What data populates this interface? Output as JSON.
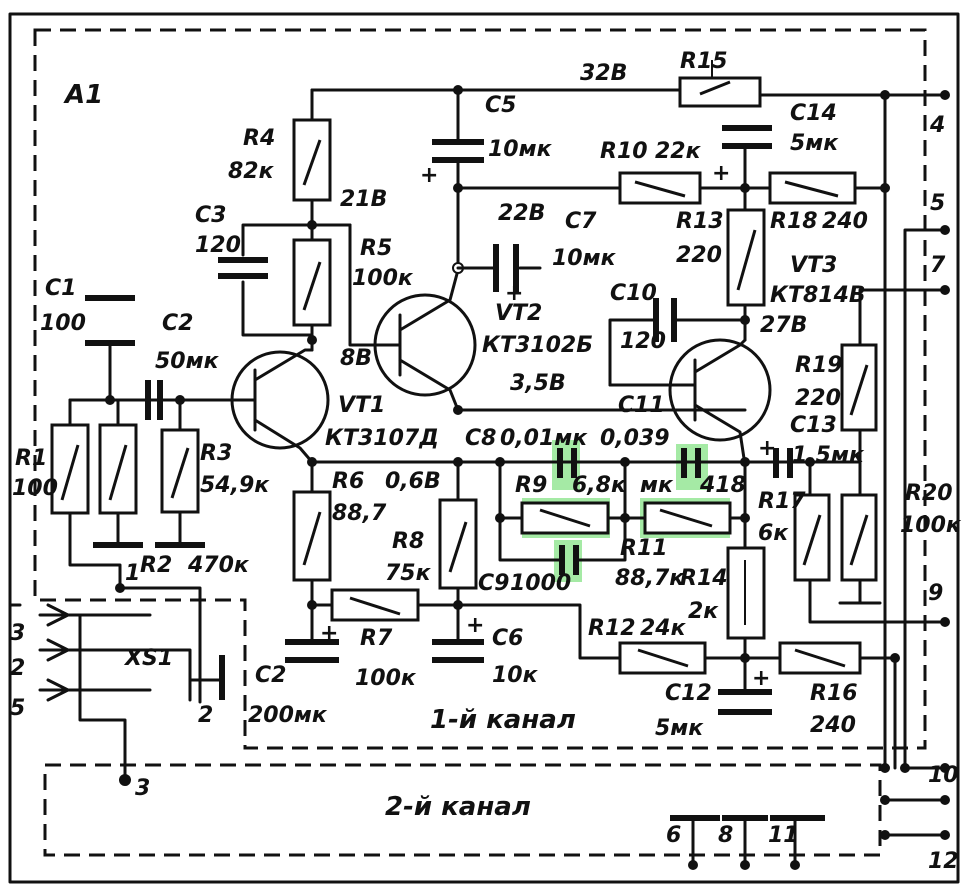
{
  "block": "A1",
  "channel1": "1-й канал",
  "channel2": "2-й канал",
  "connector": "XS1",
  "voltages": {
    "v32": "32В",
    "v21": "21В",
    "v22": "22В",
    "v8": "8В",
    "v35": "3,5В",
    "v06": "0,6В",
    "v27": "27В"
  },
  "components": {
    "C1": {
      "name": "C1",
      "value": "100"
    },
    "C2a": {
      "name": "C2",
      "value": "50мк"
    },
    "C2b": {
      "name": "C2",
      "value": "200мк"
    },
    "C3": {
      "name": "C3",
      "value": "120"
    },
    "C5": {
      "name": "C5",
      "value": "10мк"
    },
    "C6": {
      "name": "C6",
      "value": "10к"
    },
    "C7": {
      "name": "C7",
      "value": "10мк"
    },
    "C8": {
      "name": "C8",
      "value": "0,01мк"
    },
    "C9": {
      "name": "C9",
      "value": "1000"
    },
    "C10": {
      "name": "C10",
      "value": "120"
    },
    "C11": {
      "name": "C11",
      "value": "0,039"
    },
    "C11u": {
      "value": "мк"
    },
    "C12": {
      "name": "C12",
      "value": "5мк"
    },
    "C13": {
      "name": "C13",
      "value": "1,5мк"
    },
    "C14": {
      "name": "C14",
      "value": "5мк"
    },
    "R1": {
      "name": "R1",
      "value": "100"
    },
    "R2": {
      "name": "R2",
      "value": "470к"
    },
    "R3": {
      "name": "R3",
      "value": "54,9к"
    },
    "R4": {
      "name": "R4",
      "value": "82к"
    },
    "R5": {
      "name": "R5",
      "value": "100к"
    },
    "R6": {
      "name": "R6",
      "value": "88,7"
    },
    "R7": {
      "name": "R7",
      "value": "100к"
    },
    "R8": {
      "name": "R8",
      "value": "75к"
    },
    "R9": {
      "name": "R9",
      "value": "6,8к"
    },
    "R10": {
      "name": "R10",
      "value": "22к"
    },
    "R11": {
      "name": "R11",
      "value": "88,7к"
    },
    "R12": {
      "name": "R12",
      "value": "24к"
    },
    "R13": {
      "name": "R13",
      "value": "220"
    },
    "R14": {
      "name": "R14",
      "value": "2к"
    },
    "R15": {
      "name": "R15"
    },
    "R16": {
      "name": "R16",
      "value": "240"
    },
    "R17": {
      "name": "R17",
      "value": "6к"
    },
    "R18": {
      "name": "R18",
      "value": "240"
    },
    "R19": {
      "name": "R19",
      "value": "220"
    },
    "R20": {
      "name": "R20",
      "value": "100к"
    },
    "VT1": {
      "name": "VT1",
      "value": "КТ3107Д"
    },
    "VT2": {
      "name": "VT2",
      "value": "КТ3102Б"
    },
    "VT3": {
      "name": "VT3",
      "value": "КТ814В"
    }
  },
  "nodes": {
    "n4": "4",
    "n5": "5",
    "n7": "7",
    "n9": "9",
    "n10": "10",
    "n12": "12",
    "n1": "1",
    "n2": "2",
    "n3": "3",
    "p3": "3",
    "p2": "2",
    "p5": "5",
    "b6": "6",
    "b8": "8",
    "b11": "11",
    "s418": "418"
  },
  "colors": {
    "ink": "#111111",
    "highlight": "#5bd85b"
  }
}
